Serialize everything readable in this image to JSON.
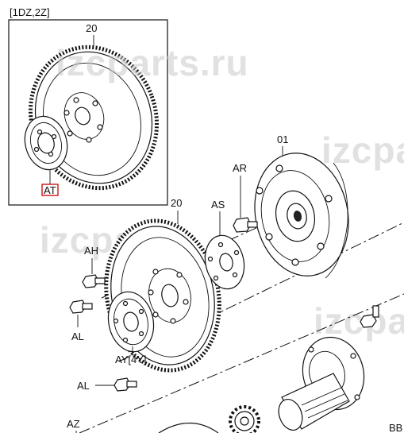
{
  "inset": {
    "title": "[1DZ,2Z]",
    "part_20": "20",
    "part_at": "AT"
  },
  "labels": {
    "p01": "01",
    "pAR": "AR",
    "p20": "20",
    "pAS": "AS",
    "pAH": "AH",
    "pAL1": "AL",
    "pAY": "AY[4Y]",
    "pAL2": "AL",
    "pAZ": "AZ",
    "pBB": "BB"
  },
  "watermarks": [
    "izcparts.ru",
    "izcparts",
    "izcpa",
    "izcpa"
  ],
  "colors": {
    "highlight": "#cc0000",
    "watermark": "#c9c9c9"
  }
}
